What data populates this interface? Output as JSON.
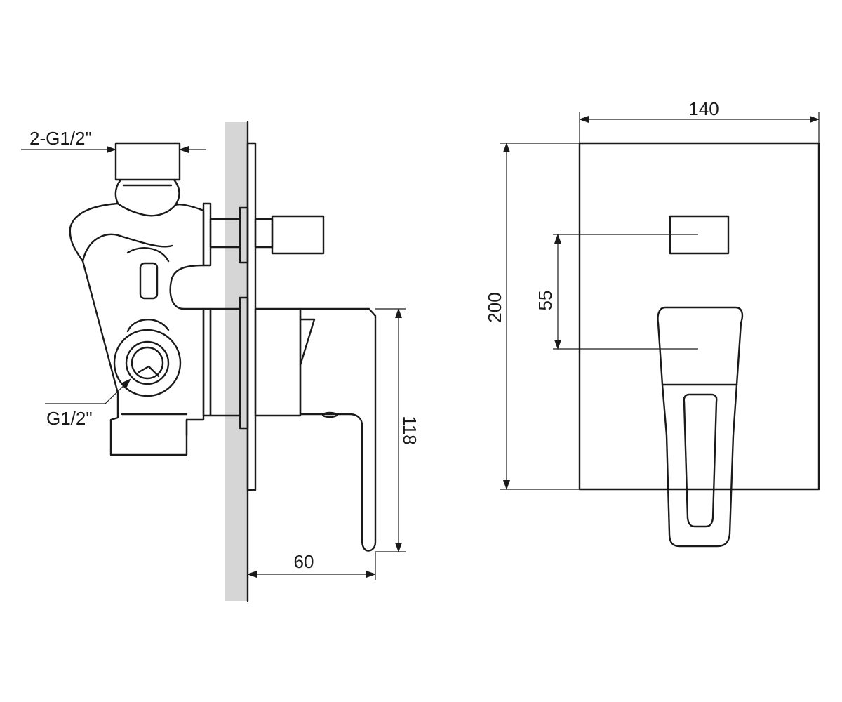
{
  "dimensions": {
    "inlet_thread_label": "2-G1/2\"",
    "outlet_thread_label": "G1/2\"",
    "lever_height": "118",
    "lever_depth": "60",
    "plate_width": "140",
    "plate_height": "200",
    "control_spacing": "55"
  },
  "colors": {
    "line": "#1a1a1a",
    "wall": "#d6d6d6",
    "background": "#ffffff"
  }
}
